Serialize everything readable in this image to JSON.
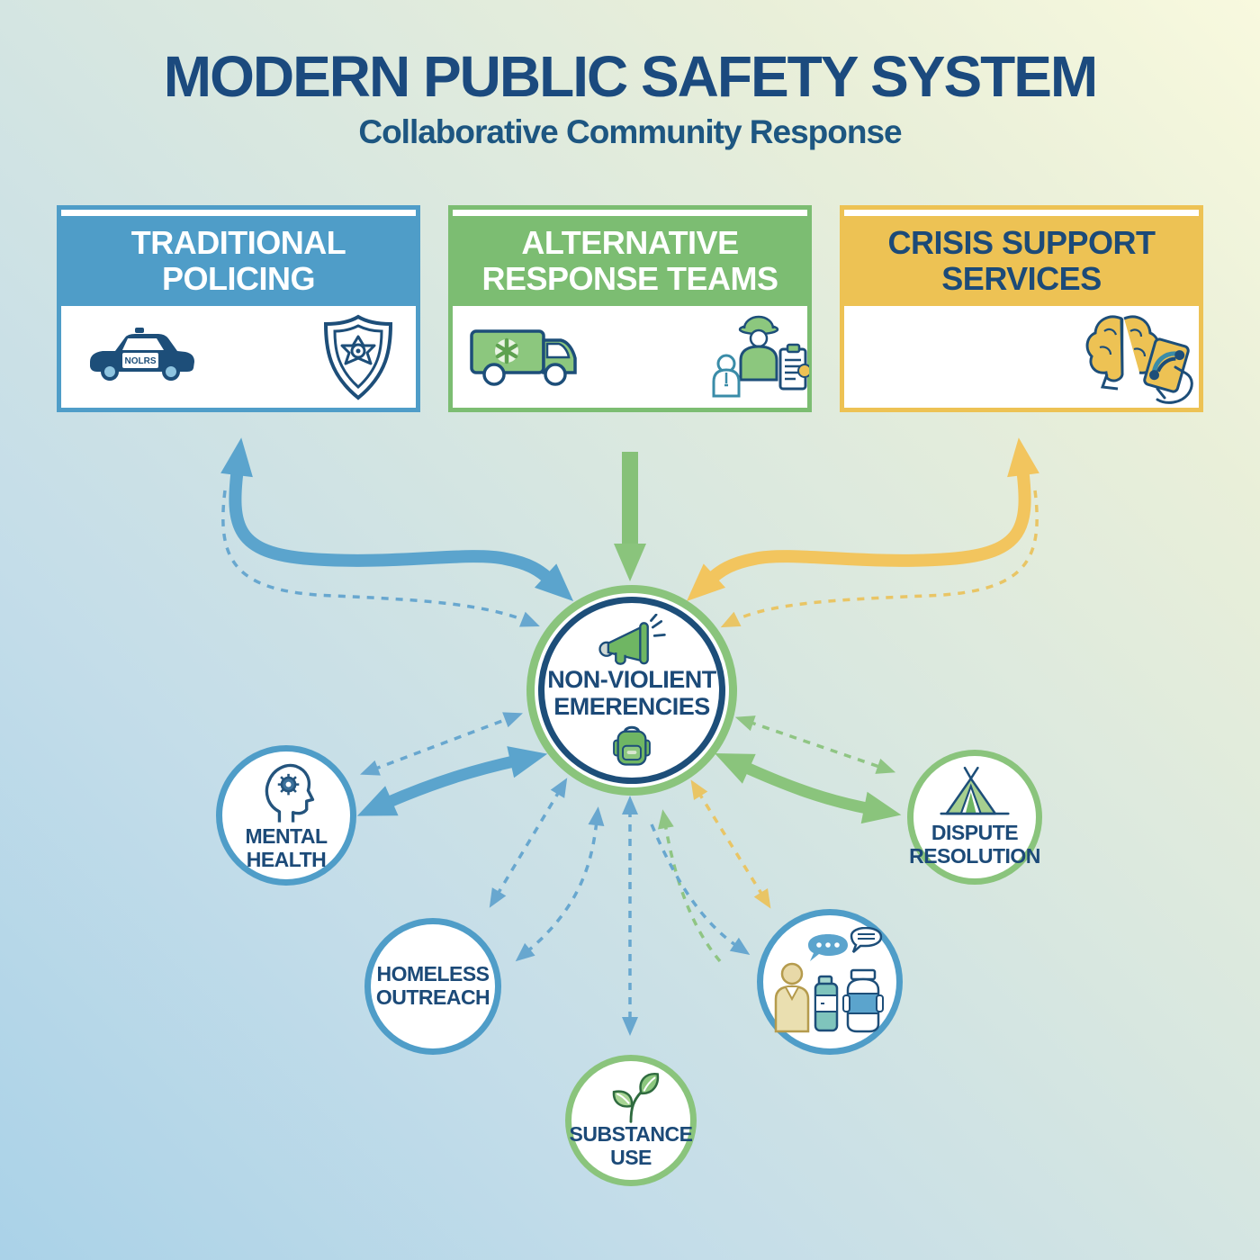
{
  "page": {
    "title": "MODERN PUBLIC SAFETY SYSTEM",
    "subtitle": "Collaborative Community Response"
  },
  "colors": {
    "navy": "#1c4a78",
    "blue": "#4f9dc8",
    "green": "#8ac47c",
    "yellow": "#edc254",
    "bg_top_right": "#f8f9de",
    "bg_bottom_left": "#aad2e8"
  },
  "boxes": [
    {
      "id": "traditional-policing",
      "line1": "TRADITIONAL",
      "line2": "POLICING",
      "color": "#4f9dc8",
      "text_color": "#ffffff",
      "car_label": "NOLRS",
      "icons": [
        "police-car-icon",
        "police-badge-icon"
      ]
    },
    {
      "id": "alternative-response-teams",
      "line1": "ALTERNATIVE",
      "line2": "RESPONSE TEAMS",
      "color": "#7cbd72",
      "text_color": "#ffffff",
      "icons": [
        "ambulance-van-icon",
        "responder-clipboard-icon"
      ]
    },
    {
      "id": "crisis-support-services",
      "line1": "CRISIS SUPPORT",
      "line2": "SERVICES",
      "color": "#edc254",
      "text_color": "#1c4a78",
      "icons": [
        "brain-phone-hand-icon"
      ]
    }
  ],
  "center": {
    "id": "non-violent-emergencies",
    "line1": "NON-VIOLIENT",
    "line2": "EMERENCIES",
    "icons": [
      "megaphone-icon",
      "backpack-icon"
    ],
    "outer_ring": "#8ac47c",
    "inner_ring": "#1d4e79"
  },
  "satellites": [
    {
      "id": "mental-health",
      "line1": "MENTAL",
      "line2": "HEALTH",
      "ring": "#4f9dc8",
      "icon": "head-gear-icon"
    },
    {
      "id": "dispute-resolution",
      "line1": "DISPUTE",
      "line2": "RESOLUTION",
      "ring": "#8ac47c",
      "icon": "tent-icon"
    },
    {
      "id": "homeless-outreach",
      "line1": "HOMELESS",
      "line2": "OUTREACH",
      "ring": "#4f9dc8",
      "icon": null
    },
    {
      "id": "case-support",
      "line1": "",
      "line2": "",
      "ring": "#4f9dc8",
      "icon": "person-medication-chat-icons"
    },
    {
      "id": "substance-use",
      "line1": "SUBSTANCE",
      "line2": "USE",
      "ring": "#8ac47c",
      "icon": "leaves-icon"
    }
  ],
  "connections": [
    {
      "from": "traditional-policing",
      "to": "non-violent-emergencies",
      "style": "solid-curve",
      "color": "#5ba4cd",
      "two_headed": true
    },
    {
      "from": "traditional-policing",
      "to": "non-violent-emergencies",
      "style": "dashed-curve",
      "color": "#68a7cf",
      "two_headed": false
    },
    {
      "from": "alternative-response-teams",
      "to": "non-violent-emergencies",
      "style": "solid-straight",
      "color": "#86c178",
      "two_headed": false
    },
    {
      "from": "crisis-support-services",
      "to": "non-violent-emergencies",
      "style": "solid-curve",
      "color": "#f2c55e",
      "two_headed": true
    },
    {
      "from": "crisis-support-services",
      "to": "non-violent-emergencies",
      "style": "dashed-curve",
      "color": "#e9c565",
      "two_headed": false
    },
    {
      "from": "non-violent-emergencies",
      "to": "mental-health",
      "style": "solid-curve",
      "color": "#5ba4cd",
      "two_headed": true
    },
    {
      "from": "non-violent-emergencies",
      "to": "mental-health",
      "style": "dashed-line",
      "color": "#68a7cf",
      "two_headed": true
    },
    {
      "from": "non-violent-emergencies",
      "to": "homeless-outreach",
      "style": "dashed-line",
      "color": "#68a7cf",
      "two_headed": true
    },
    {
      "from": "homeless-outreach",
      "to": "non-violent-emergencies",
      "style": "dashed-curve",
      "color": "#68a7cf",
      "two_headed": true
    },
    {
      "from": "non-violent-emergencies",
      "to": "substance-use",
      "style": "dashed-line",
      "color": "#68a7cf",
      "two_headed": true
    },
    {
      "from": "case-support",
      "to": "non-violent-emergencies",
      "style": "dashed-curve",
      "color": "#8fc583",
      "two_headed": false
    },
    {
      "from": "non-violent-emergencies",
      "to": "case-support",
      "style": "dashed-curve",
      "color": "#68a7cf",
      "two_headed": false
    },
    {
      "from": "non-violent-emergencies",
      "to": "case-support",
      "style": "dashed-line",
      "color": "#e9c565",
      "two_headed": true
    },
    {
      "from": "non-violent-emergencies",
      "to": "dispute-resolution",
      "style": "dashed-line",
      "color": "#8fc583",
      "two_headed": true
    },
    {
      "from": "non-violent-emergencies",
      "to": "dispute-resolution",
      "style": "solid-curve",
      "color": "#8ac47c",
      "two_headed": true
    }
  ]
}
